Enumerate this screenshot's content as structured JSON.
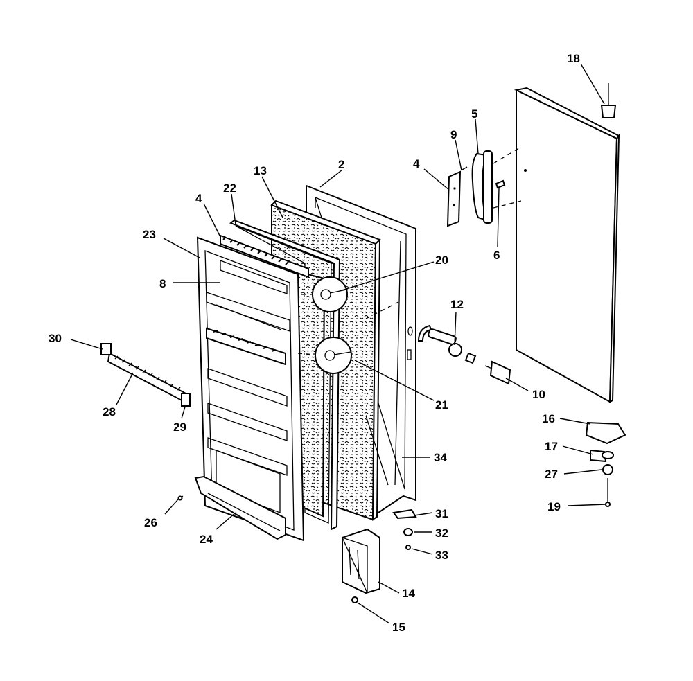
{
  "diagram": {
    "type": "exploded parts diagram",
    "colors": {
      "line": "#000000",
      "background": "#ffffff"
    },
    "callouts": [
      "2",
      "4",
      "4",
      "5",
      "6",
      "8",
      "9",
      "10",
      "12",
      "13",
      "14",
      "15",
      "16",
      "17",
      "18",
      "19",
      "20",
      "21",
      "22",
      "23",
      "24",
      "26",
      "27",
      "28",
      "29",
      "30",
      "31",
      "32",
      "33",
      "34"
    ]
  }
}
